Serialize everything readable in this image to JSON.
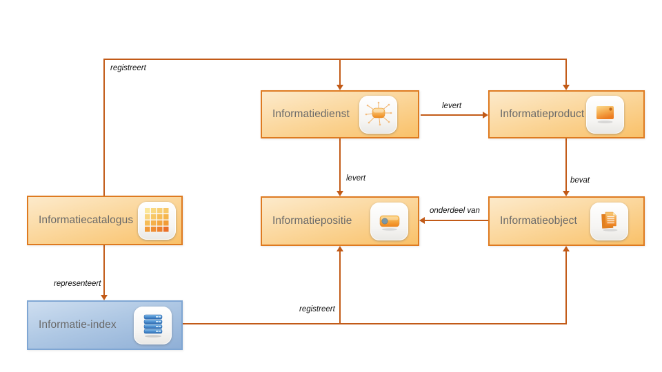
{
  "nodes": {
    "dienst": {
      "label": "Informatiedienst",
      "icon": "network-hub-icon"
    },
    "product": {
      "label": "Informatieproduct",
      "icon": "picture-icon"
    },
    "catalogus": {
      "label": "Informatiecatalogus",
      "icon": "grid-icon"
    },
    "positie": {
      "label": "Informatiepositie",
      "icon": "toggle-icon"
    },
    "object": {
      "label": "Informatieobject",
      "icon": "documents-icon"
    },
    "index": {
      "label": "Informatie-index",
      "icon": "server-stack-icon"
    }
  },
  "edges": {
    "registreert_top": {
      "label": "registreert",
      "from": "Informatiecatalogus",
      "to": "Informatiedienst, Informatieproduct"
    },
    "levert_product": {
      "label": "levert",
      "from": "Informatiedienst",
      "to": "Informatieproduct"
    },
    "levert_positie": {
      "label": "levert",
      "from": "Informatiedienst",
      "to": "Informatiepositie"
    },
    "bevat": {
      "label": "bevat",
      "from": "Informatieproduct",
      "to": "Informatieobject"
    },
    "onderdeel_van": {
      "label": "onderdeel van",
      "from": "Informatieobject",
      "to": "Informatiepositie"
    },
    "representeert": {
      "label": "representeert",
      "from": "Informatiecatalogus",
      "to": "Informatie-index"
    },
    "registreert_bottom": {
      "label": "registreert",
      "from": "Informatie-index",
      "to": "Informatiepositie, Informatieobject"
    }
  },
  "colors": {
    "node_fill_top": "#FCEACB",
    "node_fill_bottom": "#F9C169",
    "node_border": "#DE7A20",
    "blue_node_fill_top": "#CEDEF0",
    "blue_node_fill_bottom": "#8FAFD6",
    "blue_node_border": "#7FA6D3",
    "arrow": "#C25A17",
    "node_text": "#696969",
    "edge_label_text": "#111111",
    "background": "#FFFFFF"
  }
}
